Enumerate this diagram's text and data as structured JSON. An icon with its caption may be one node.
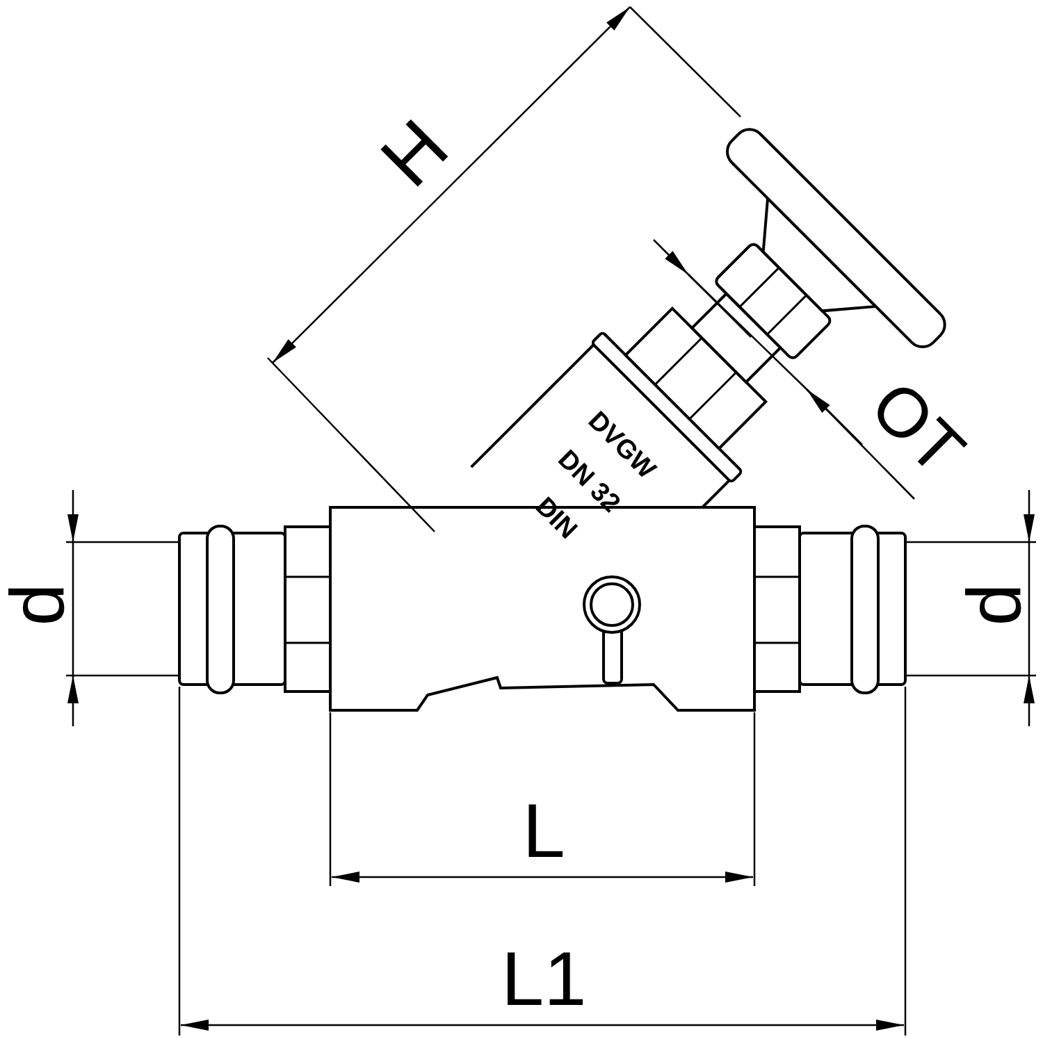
{
  "diagram": {
    "labels": [
      "H",
      "OT",
      "DVGW",
      "DN 32",
      "DIN",
      "d",
      "d",
      "L",
      "L1"
    ]
  }
}
